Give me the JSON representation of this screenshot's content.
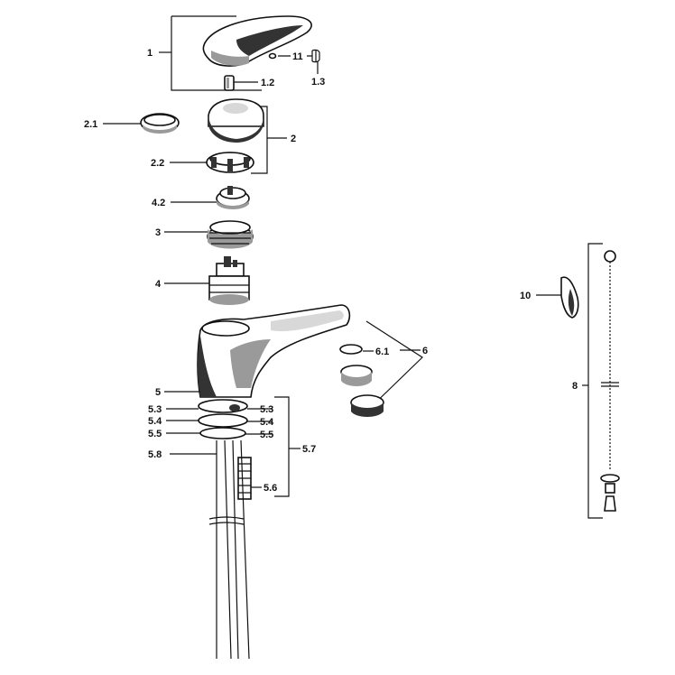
{
  "labels": {
    "l1": "1",
    "l11": "11",
    "l13": "1.3",
    "l12": "1.2",
    "l21": "2.1",
    "l2": "2",
    "l22": "2.2",
    "l42": "4.2",
    "l3": "3",
    "l4": "4",
    "l10": "10",
    "l61": "6.1",
    "l6": "6",
    "l8": "8",
    "l5": "5",
    "l53a": "5.3",
    "l53b": "5.3",
    "l54a": "5.4",
    "l54b": "5.4",
    "l55a": "5.5",
    "l55b": "5.5",
    "l57": "5.7",
    "l58": "5.8",
    "l56": "5.6"
  }
}
